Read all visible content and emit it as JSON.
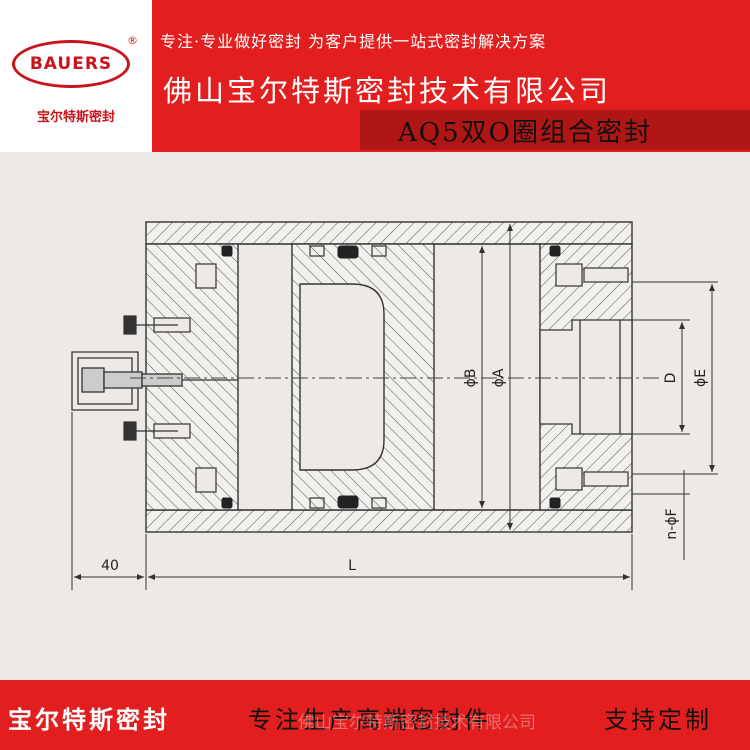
{
  "header": {
    "logo_text": "BAUERS",
    "logo_reg": "®",
    "logo_cn": "宝尔特斯密封",
    "tagline": "专注·专业做好密封 为客户提供一站式密封解决方案",
    "company": "佛山宝尔特斯密封技术有限公司",
    "product": "AQ5双O圈组合密封"
  },
  "drawing": {
    "labels": {
      "phiB": "ϕB",
      "phiA": "ϕA",
      "D": "D",
      "phiE": "ϕE",
      "nphiF": "n-ϕF",
      "dim40": "40",
      "L": "L"
    }
  },
  "footer": {
    "brand": "宝尔特斯密封",
    "tagline": "专注生产高端密封件",
    "custom": "支持定制",
    "watermark": "佛山宝尔特斯密封技术有限公司"
  },
  "colors": {
    "red": "#e21e1e",
    "dark_red": "#b01616",
    "line": "#333333",
    "paper": "#ece9e6"
  }
}
